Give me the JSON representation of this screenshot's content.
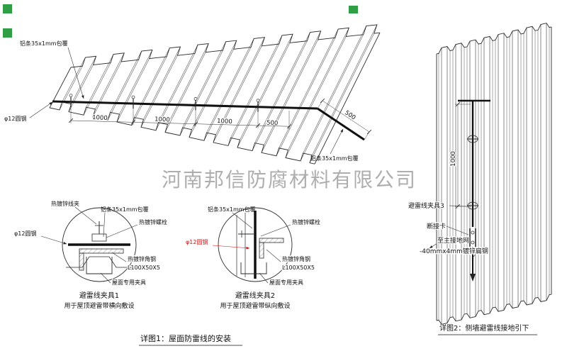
{
  "watermark": "河南邦信防腐材料有限公司",
  "roof": {
    "label_al_strip_top": "铝条35x1mm包覆",
    "label_round_steel": "φ12圆钢",
    "label_al_strip_right": "铝条35x1mm包覆",
    "dims": [
      "1000",
      "1000",
      "1000",
      "500"
    ],
    "edge_dim": "500"
  },
  "detail1": {
    "labels": {
      "wire_clamp": "热镀锌线夹",
      "al_strip": "铝条35x1mm包覆",
      "bolt": "热镀锌螺栓",
      "round_steel": "φ12圆钢",
      "angle_steel": "热镀锌角钢",
      "angle_spec": "L100X50X5",
      "roof_clamp": "屋面专用夹具"
    },
    "caption_line1": "避雷线夹具1",
    "caption_line2": "用于屋顶避雷带横向敷设"
  },
  "detail2": {
    "labels": {
      "al_strip": "铝条35x1mm包覆",
      "bolt": "热镀锌螺栓",
      "round_steel": "φ12圆钢",
      "angle_steel": "热镀锌角钢",
      "angle_spec": "L100X50X5",
      "roof_clamp": "屋面专用夹具"
    },
    "caption_line1": "避雷线夹具2",
    "caption_line2": "用于屋顶避雷带纵向敷设"
  },
  "wall": {
    "dim": "1000",
    "labels": {
      "clamp3": "避雷线夹具3",
      "disconnect": "断接卡",
      "to_ground": "至主接地网",
      "flat_steel": "-40mmx4mm镀锌扁钢"
    }
  },
  "titles": {
    "detail1": "详图1：屋面防雷线的安装",
    "detail2": "详图2：侧墙避雷线接地引下"
  },
  "colors": {
    "line": "#2a2a2a",
    "red_label": "#cc1111",
    "watermark_gray": "#9b9b9b",
    "stamp_green": "#2f9e44"
  }
}
